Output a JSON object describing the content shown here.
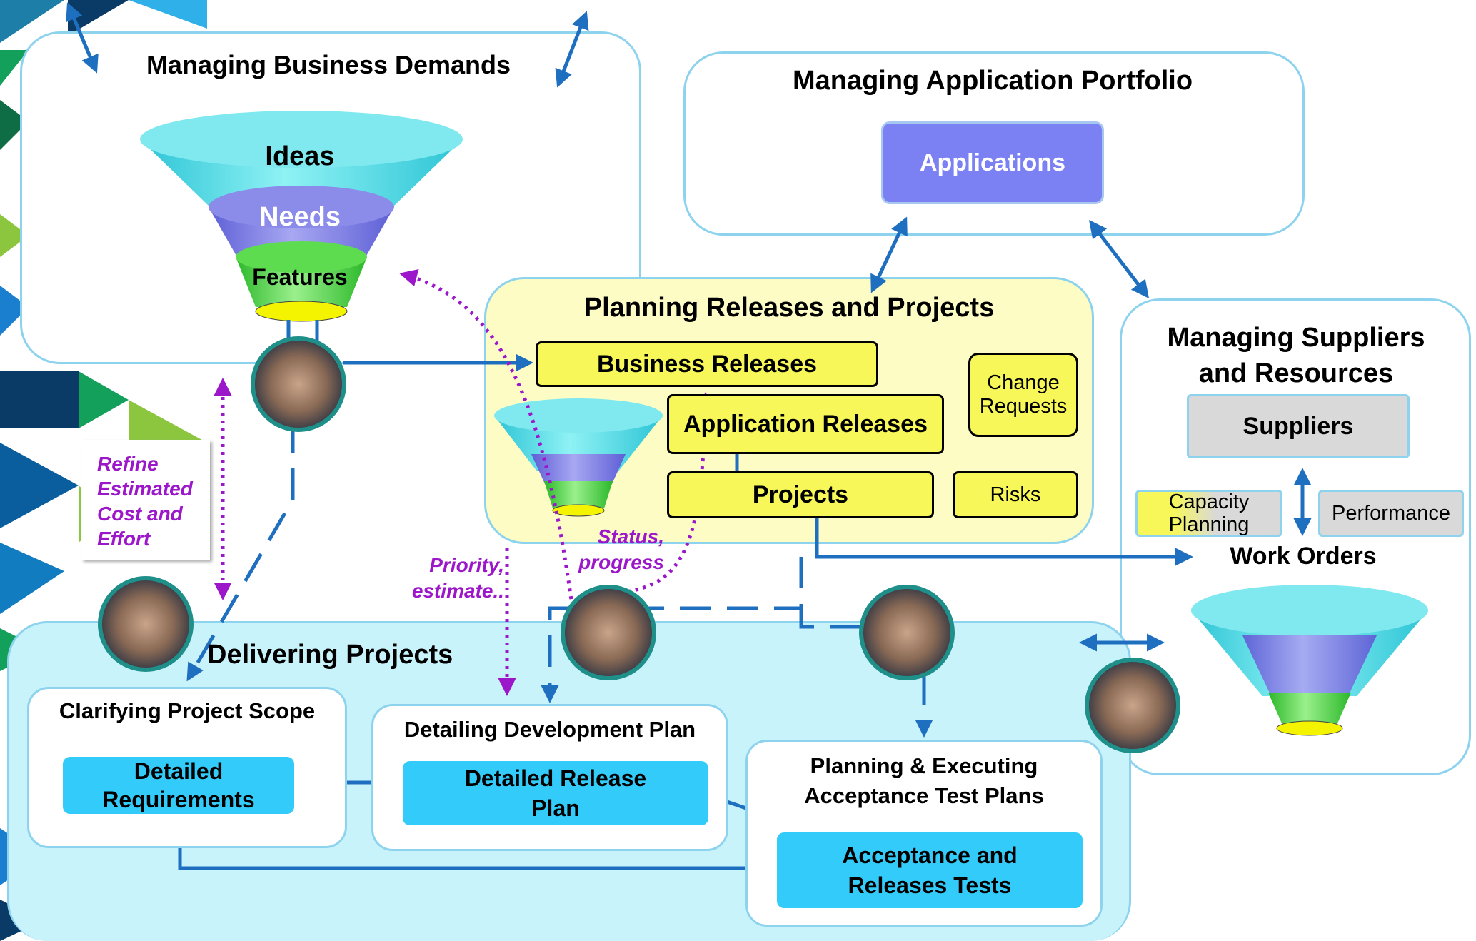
{
  "colors": {
    "panel_border": "#8dd3ee",
    "planning_fill": "#fdfcc4",
    "delivering_fill": "#c9f3fb",
    "yellow_box": "#f7f75a",
    "blue_box": "#33cbfa",
    "applications_box": "#7b80f3",
    "grey_box": "#d9d9d9",
    "arrow_blue": "#1f6fc0",
    "dotted_purple": "#9b17c9",
    "funnel_teal": "#3fd8e2",
    "funnel_violet": "#7f7fe6",
    "funnel_green": "#46d33a",
    "funnel_yellow": "#f4f400"
  },
  "panels": {
    "business_demands": {
      "title": "Managing Business Demands"
    },
    "application_portfolio": {
      "title": "Managing Application Portfolio"
    },
    "planning": {
      "title": "Planning Releases and Projects"
    },
    "suppliers": {
      "title_line1": "Managing Suppliers",
      "title_line2": "and Resources"
    },
    "delivering": {
      "title": "Delivering Projects"
    }
  },
  "funnel": {
    "ideas": "Ideas",
    "needs": "Needs",
    "features": "Features"
  },
  "boxes": {
    "applications": "Applications",
    "business_releases": "Business Releases",
    "application_releases": "Application Releases",
    "projects": "Projects",
    "change_requests_line1": "Change",
    "change_requests_line2": "Requests",
    "risks": "Risks",
    "suppliers": "Suppliers",
    "capacity_line1": "Capacity",
    "capacity_line2": "Planning",
    "performance": "Performance",
    "work_orders": "Work Orders"
  },
  "sub_panels": {
    "clarifying": {
      "title": "Clarifying Project Scope",
      "box_line1": "Detailed",
      "box_line2": "Requirements"
    },
    "detailing": {
      "title": "Detailing Development Plan",
      "box_line1": "Detailed Release",
      "box_line2": "Plan"
    },
    "acceptance": {
      "title_line1": "Planning & Executing",
      "title_line2": "Acceptance Test Plans",
      "box_line1": "Acceptance and",
      "box_line2": "Releases Tests"
    }
  },
  "notes": {
    "refine": [
      "Refine",
      "Estimated",
      "Cost and",
      "Effort"
    ],
    "priority": [
      "Priority,",
      "estimate.."
    ],
    "status": [
      "Status,",
      "progress"
    ]
  },
  "icons": [
    "handshake-icon"
  ]
}
